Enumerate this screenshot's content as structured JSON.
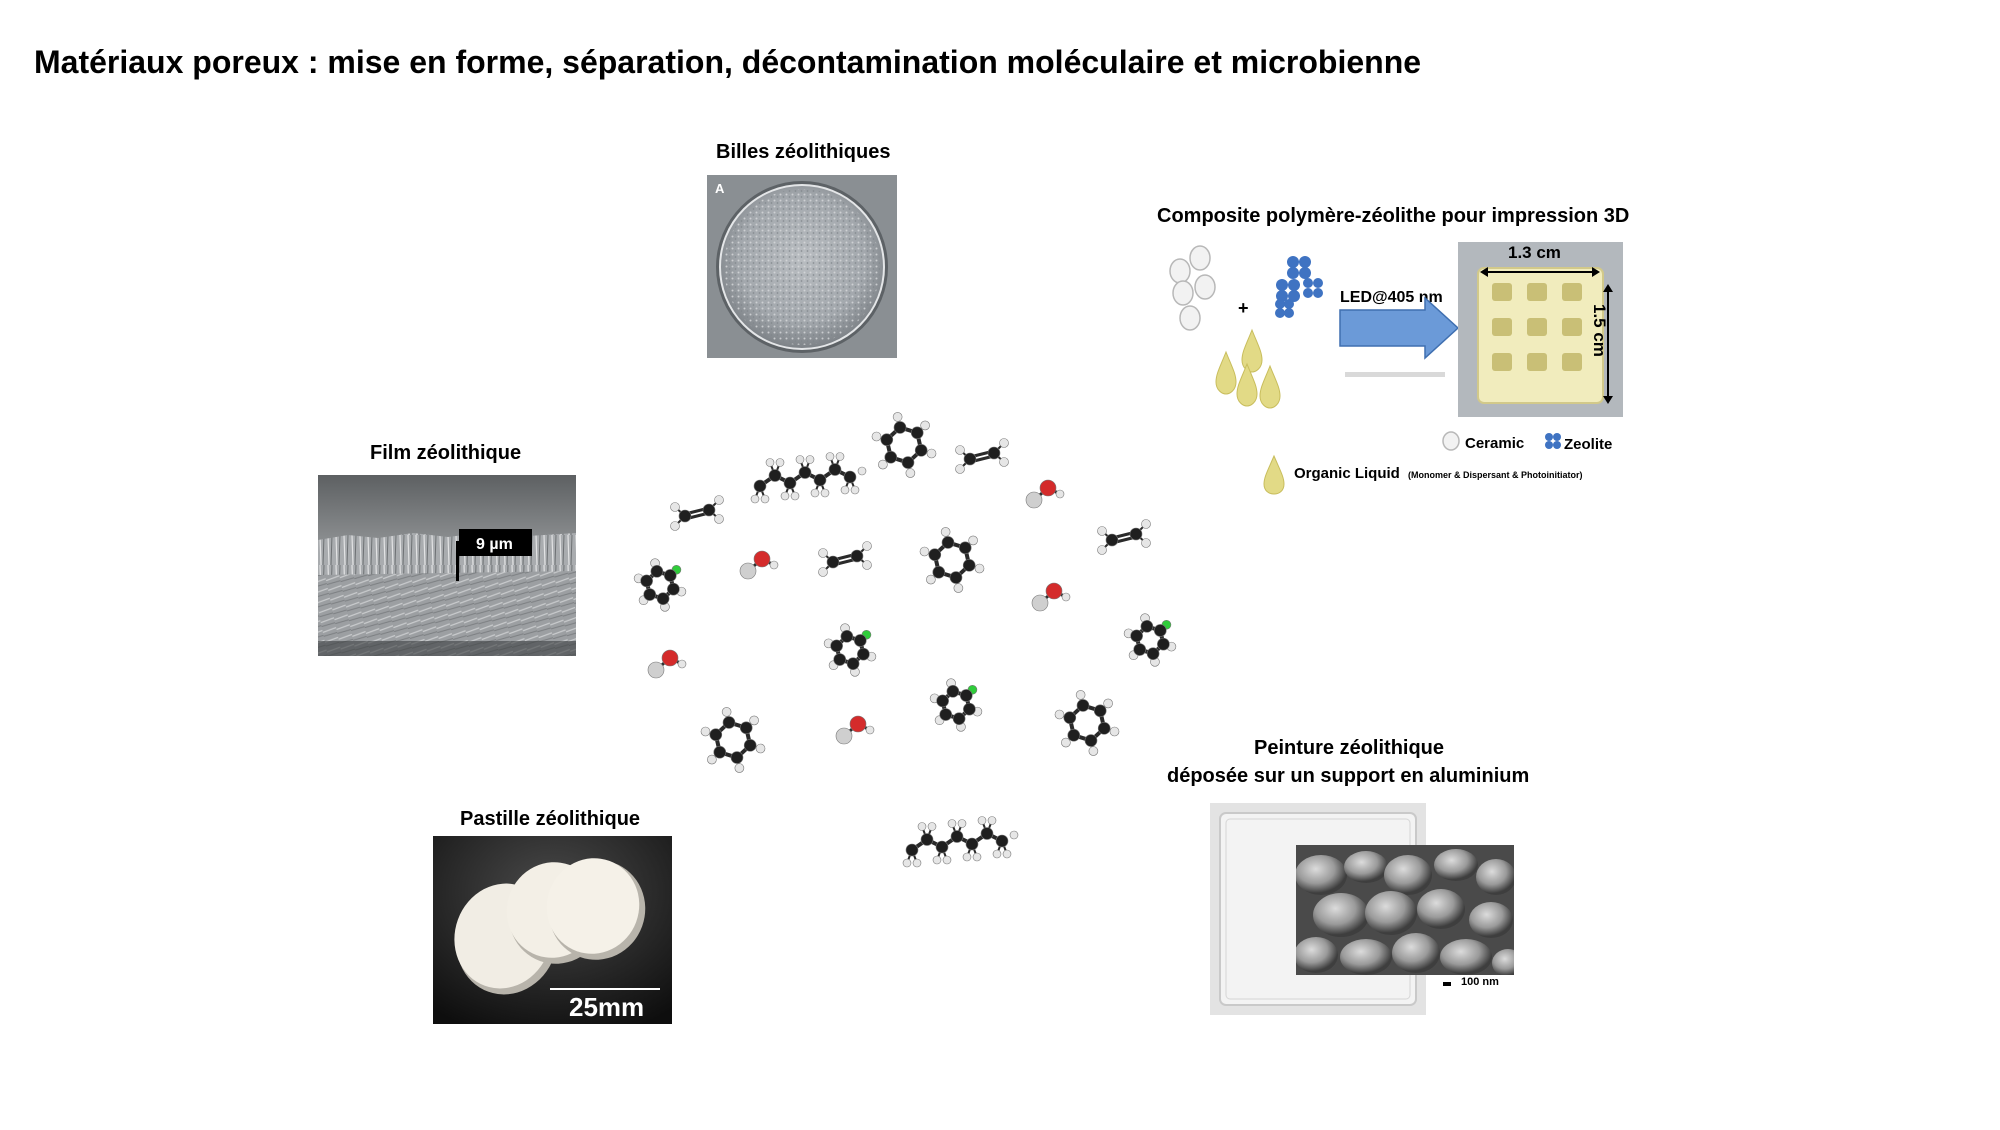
{
  "title": "Matériaux poreux : mise en forme, séparation, décontamination moléculaire et microbienne",
  "billes": {
    "caption": "Billes zéolithiques",
    "label": "A"
  },
  "composite": {
    "caption": "Composite polymère-zéolithe pour impression 3D",
    "plus": "+",
    "led": "LED@405 nm",
    "dim_width": "1.3 cm",
    "dim_height": "1.5 cm",
    "legend_ceramic": "Ceramic",
    "legend_zeolite": "Zeolite",
    "legend_liquid": "Organic Liquid",
    "legend_liquid_detail": "(Monomer & Dispersant & Photoinitiator)"
  },
  "film": {
    "caption": "Film zéolithique",
    "scale": "9 µm"
  },
  "pastille": {
    "caption": "Pastille zéolithique",
    "scale": "25mm"
  },
  "peinture": {
    "caption_line1": "Peinture zéolithique",
    "caption_line2": "déposée sur un support en aluminium",
    "scale": "100 nm"
  },
  "colors": {
    "carbon": "#1f1f1f",
    "hydrogen": "#e6e6e6",
    "oxygen": "#d42b2b",
    "chlorine": "#2fcc3a",
    "arrow": "#5b8fd4",
    "droplet": "#e4dd8c"
  }
}
